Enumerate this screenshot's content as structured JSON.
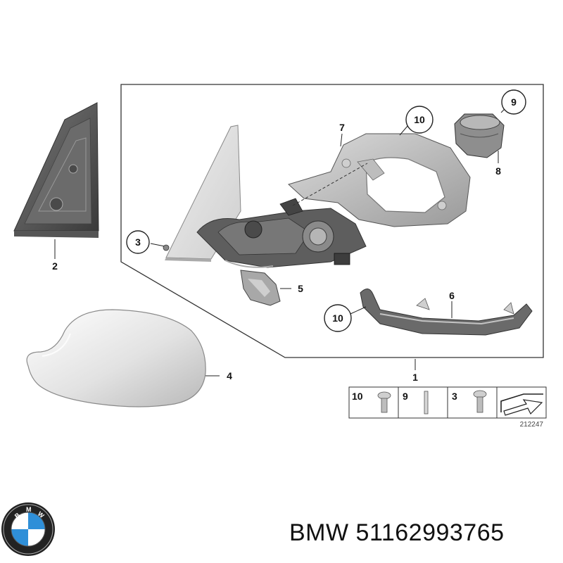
{
  "diagram": {
    "callouts": {
      "c1": "1",
      "c2": "2",
      "c3": "3",
      "c4": "4",
      "c5": "5",
      "c6": "6",
      "c7": "7",
      "c8": "8",
      "c9a": "9",
      "c10a": "10",
      "c10b": "10"
    },
    "fastener_table": {
      "cells": [
        {
          "label": "10"
        },
        {
          "label": "9"
        },
        {
          "label": "3"
        }
      ]
    },
    "drawing_number": "212247"
  },
  "footer": {
    "brand": "BMW",
    "part_number": "51162993765"
  }
}
